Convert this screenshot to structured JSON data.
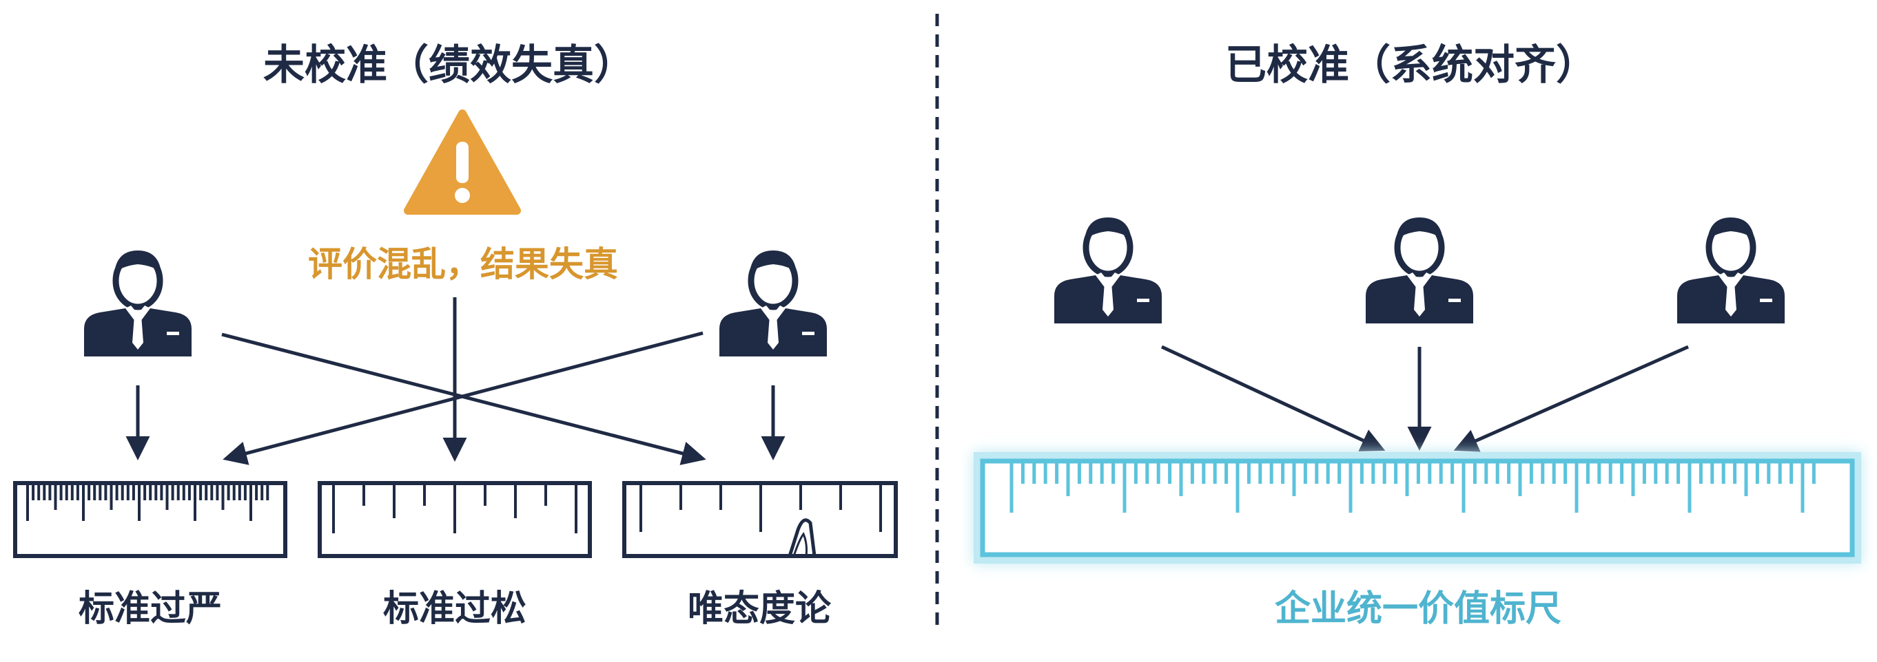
{
  "left_panel": {
    "title": "未校准（绩效失真）",
    "warning_text": "评价混乱，结果失真",
    "rulers": [
      {
        "label": "标准过严"
      },
      {
        "label": "标准过松"
      },
      {
        "label": "唯态度论"
      }
    ]
  },
  "right_panel": {
    "title": "已校准（系统对齐）",
    "ruler_label": "企业统一价值标尺"
  },
  "colors": {
    "navy": "#1f2a44",
    "warning_orange": "#e8a13c",
    "calibrated_cyan": "#5cc3dc"
  },
  "icons": [
    "person-icon",
    "warning-icon",
    "ruler-icon"
  ]
}
